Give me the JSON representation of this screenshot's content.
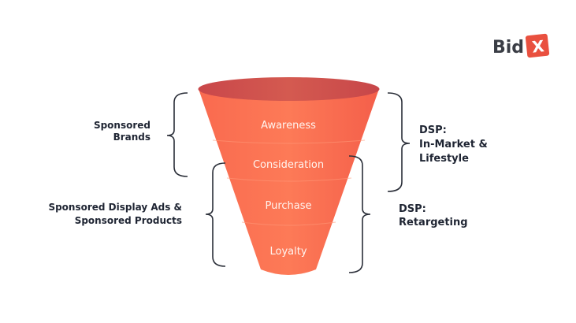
{
  "logo": {
    "text": "Bid",
    "mark": "X",
    "mark_color": "#e9503f"
  },
  "funnel": {
    "top_color": "#cf4f4a",
    "body_color": "#fb7052",
    "stages": [
      {
        "label": "Awareness"
      },
      {
        "label": "Consideration"
      },
      {
        "label": "Purchase"
      },
      {
        "label": "Loyalty"
      }
    ]
  },
  "brackets": {
    "sponsored_brands": {
      "line1": "Sponsored",
      "line2": "Brands"
    },
    "sponsored_display": {
      "line1": "Sponsored Display Ads &",
      "line2": "Sponsored Products"
    },
    "dsp_in_market": {
      "line1": "DSP:",
      "line2": "In-Market &",
      "line3": "Lifestyle"
    },
    "dsp_retargeting": {
      "line1": "DSP:",
      "line2": "Retargeting"
    }
  }
}
